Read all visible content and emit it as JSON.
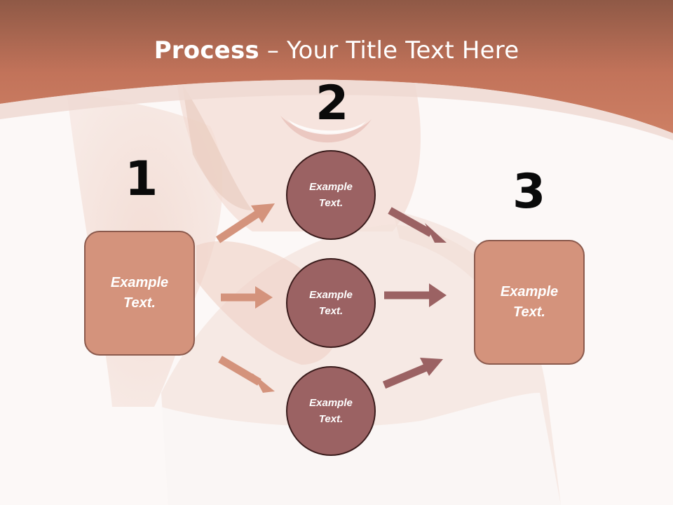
{
  "title": {
    "bold": "Process",
    "rest": " – Your Title Text Here"
  },
  "numbers": [
    "1",
    "2",
    "3"
  ],
  "left_box": {
    "line1": "Example",
    "line2": "Text."
  },
  "circles": [
    {
      "line1": "Example",
      "line2": "Text."
    },
    {
      "line1": "Example",
      "line2": "Text."
    },
    {
      "line1": "Example",
      "line2": "Text."
    }
  ],
  "right_box": {
    "line1": "Example",
    "line2": "Text."
  },
  "colors": {
    "header": "#c2735a",
    "box_fill": "#d4937c",
    "circle_fill": "#9b6263",
    "arrow_left": "#d4937c",
    "arrow_right": "#9b6263"
  }
}
